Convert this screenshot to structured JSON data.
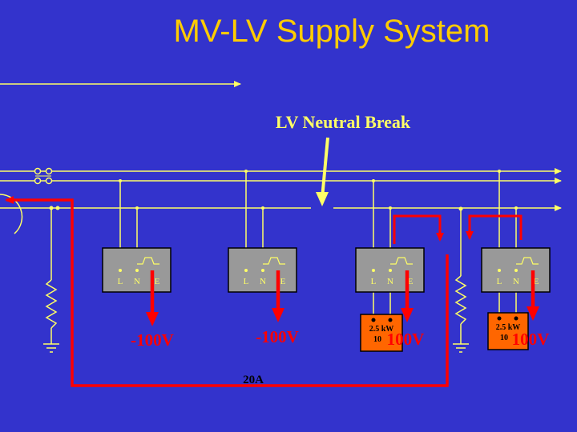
{
  "title": "MV-LV Supply System",
  "neutral_break_label": "LV Neutral Break",
  "current_label": "20A",
  "loads": [
    {
      "terminals": [
        "L",
        "N",
        "E"
      ],
      "voltage": "-100V"
    },
    {
      "terminals": [
        "L",
        "N",
        "E"
      ],
      "voltage": "-100V"
    },
    {
      "terminals": [
        "L",
        "N",
        "E"
      ],
      "voltage": "100V",
      "appliance": "2.5 kW",
      "appliance_sub": "10"
    },
    {
      "terminals": [
        "L",
        "N",
        "E"
      ],
      "voltage": "100V",
      "appliance": "2.5 kW",
      "appliance_sub": "10"
    }
  ],
  "colors": {
    "background": "#3333cc",
    "title": "#ffcc00",
    "wire": "#ffff66",
    "fault_path": "#ff0000",
    "load_box": "#999999",
    "appliance_box": "#ff6600"
  }
}
